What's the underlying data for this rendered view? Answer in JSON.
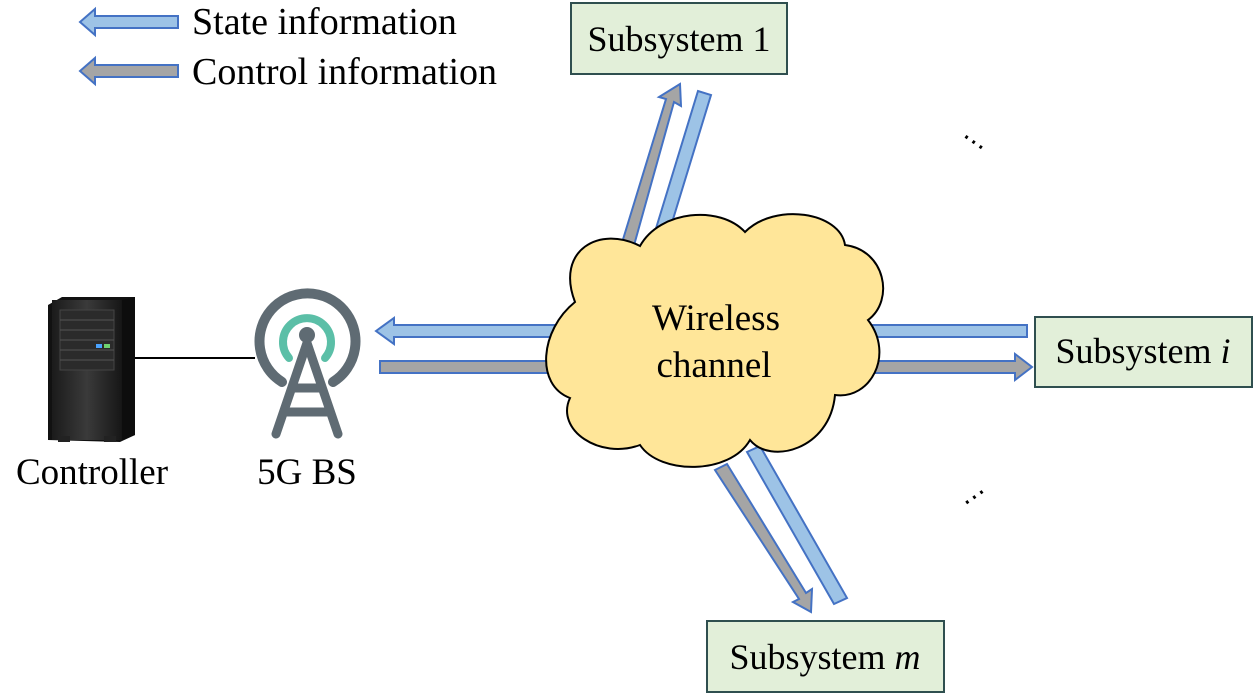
{
  "legend": {
    "state_label": "State information",
    "control_label": "Control information"
  },
  "colors": {
    "state_arrow": "#9dc3e6",
    "control_arrow": "#a5a5a5",
    "arrow_outline": "#4472c4",
    "cloud_fill": "#ffe699",
    "subsystem_fill": "#e2efd9",
    "antenna_gray": "#5f6b73",
    "antenna_teal": "#5bbfa7"
  },
  "nodes": {
    "controller": "Controller",
    "base_station": "5G BS",
    "channel_line1": "Wireless",
    "channel_line2": "channel",
    "subsystem_1": {
      "prefix": "Subsystem",
      "index": "1"
    },
    "subsystem_i": {
      "prefix": "Subsystem",
      "index": "i"
    },
    "subsystem_m": {
      "prefix": "Subsystem",
      "index": "m"
    }
  },
  "ellipsis": "⋯",
  "icons": {
    "controller": "server-rack-icon",
    "base_station": "antenna-tower-icon",
    "channel": "cloud-shape"
  }
}
